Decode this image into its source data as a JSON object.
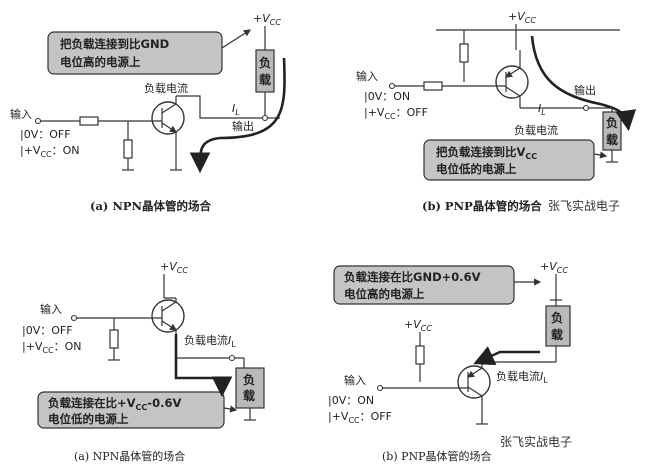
{
  "panels": [
    {
      "vcc": "+V",
      "vcc_sub": "CC",
      "callout": [
        "把负载连接到比GND",
        "电位高的电源上"
      ],
      "load": [
        "负",
        "载"
      ],
      "current_label": "负载电流",
      "current_sym": "I",
      "current_sub": "L",
      "input": "输入",
      "output": "输出",
      "state1": "0V：OFF",
      "state2": "+V",
      "state2_sub": "CC",
      "state2_rest": "：ON",
      "caption": "(a) NPN晶体管的场合"
    },
    {
      "vcc": "+V",
      "vcc_sub": "CC",
      "callout": [
        "把负载连接到比V",
        "电位低的电源上"
      ],
      "callout_sub": "CC",
      "load": [
        "负",
        "载"
      ],
      "current_label": "负载电流",
      "current_sym": "I",
      "current_sub": "L",
      "input": "输入",
      "output": "输出",
      "state1": "0V：ON",
      "state2": "+V",
      "state2_sub": "CC",
      "state2_rest": "：OFF",
      "caption": "(b) PNP晶体管的场合",
      "watermark": "张飞实战电子"
    },
    {
      "vcc": "+V",
      "vcc_sub": "CC",
      "callout": [
        "负载连接在比+V",
        "电位低的电源上"
      ],
      "callout_sub": "CC",
      "callout_tail": "-0.6V",
      "load": [
        "负",
        "载"
      ],
      "current_label": "负载电流",
      "current_sym": "I",
      "current_sub": "L",
      "input": "输入",
      "state1": "0V：OFF",
      "state2": "+V",
      "state2_sub": "CC",
      "state2_rest": "：ON",
      "caption": "(a) NPN晶体管的场合"
    },
    {
      "vcc": "+V",
      "vcc_sub": "CC",
      "callout": [
        "负载连接在比GND+0.6V",
        "电位高的电源上"
      ],
      "load": [
        "负",
        "载"
      ],
      "current_label": "负载电流",
      "current_sym": "I",
      "current_sub": "L",
      "input": "输入",
      "state1": "0V：ON",
      "state2": "+V",
      "state2_sub": "CC",
      "state2_rest": "：OFF",
      "caption": "(b) PNP晶体管的场合",
      "watermark": "张飞实战电子"
    }
  ]
}
